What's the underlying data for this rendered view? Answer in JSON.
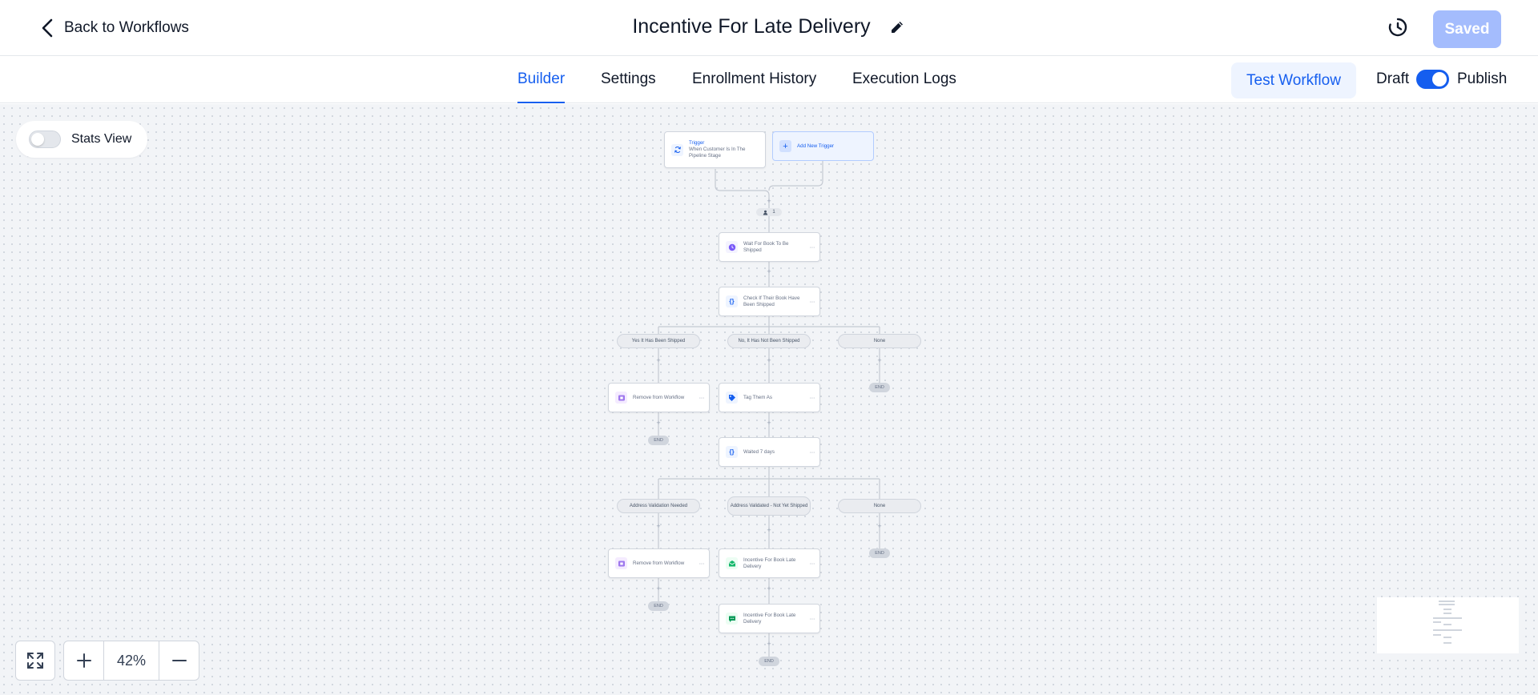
{
  "header": {
    "back_label": "Back to Workflows",
    "title": "Incentive For Late Delivery",
    "saved_label": "Saved"
  },
  "tabs": [
    {
      "label": "Builder",
      "active": true
    },
    {
      "label": "Settings",
      "active": false
    },
    {
      "label": "Enrollment History",
      "active": false
    },
    {
      "label": "Execution Logs",
      "active": false
    }
  ],
  "toolbar": {
    "test_label": "Test Workflow",
    "draft_label": "Draft",
    "publish_label": "Publish"
  },
  "canvas": {
    "stats_label": "Stats View",
    "zoom_level": "42%",
    "trigger": {
      "type_label": "Trigger",
      "text": "When Customer Is In The Pipeline Stage"
    },
    "add_trigger_label": "Add New Trigger",
    "enroll_count": "1",
    "actions": {
      "wait": "Wait For Book To Be Shipped",
      "check": "Check If Their Book Have Been Shipped",
      "remove1": "Remove from Workflow",
      "tag": "Tag Them As",
      "waited": "Waited 7 days",
      "remove2": "Remove from Workflow",
      "email": "Incentive For Book Late Delivery",
      "sms": "Incentive For Book Late Delivery"
    },
    "branches": {
      "b1": "Yes It Has Been Shipped",
      "b2": "No, It Has Not Been Shipped",
      "b3": "None",
      "b4": "Address Validation Needed",
      "b5": "Address Validated - Not Yet Shipped",
      "b6": "None"
    },
    "end_label": "END",
    "more_label": "···",
    "plus_label": "+"
  },
  "colors": {
    "accent": "#155eef",
    "saved_button": "#a4bcfd",
    "wait_icon": "#7a5af8",
    "remove_icon": "#9e77ed",
    "email_icon": "#12b76a",
    "sms_icon": "#039855"
  }
}
